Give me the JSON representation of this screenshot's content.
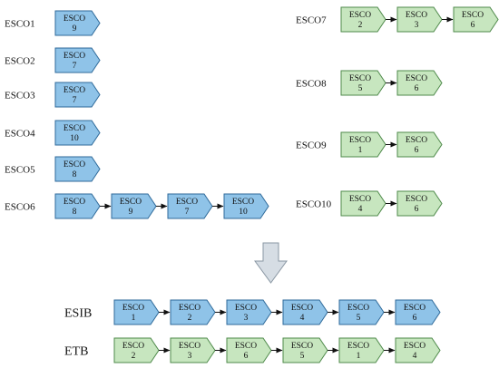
{
  "node_word": "ESCO",
  "colors": {
    "blue_fill": "#8fc3e8",
    "blue_stroke": "#2f6a9a",
    "green_fill": "#c7e6bf",
    "green_stroke": "#4f8a4b",
    "arrow": "#111111",
    "big_arrow_fill": "#d6dde4",
    "big_arrow_stroke": "#8a97a3"
  },
  "left_group": [
    {
      "label": "ESCO1",
      "nodes": [
        "9"
      ]
    },
    {
      "label": "ESCO2",
      "nodes": [
        "7"
      ]
    },
    {
      "label": "ESCO3",
      "nodes": [
        "7"
      ]
    },
    {
      "label": "ESCO4",
      "nodes": [
        "10"
      ]
    },
    {
      "label": "ESCO5",
      "nodes": [
        "8"
      ]
    },
    {
      "label": "ESCO6",
      "nodes": [
        "8",
        "9",
        "7",
        "10"
      ]
    }
  ],
  "right_group": [
    {
      "label": "ESCO7",
      "nodes": [
        "2",
        "3",
        "6"
      ]
    },
    {
      "label": "ESCO8",
      "nodes": [
        "5",
        "6"
      ]
    },
    {
      "label": "ESCO9",
      "nodes": [
        "1",
        "6"
      ]
    },
    {
      "label": "ESCO10",
      "nodes": [
        "4",
        "6"
      ]
    }
  ],
  "results": [
    {
      "label": "ESIB",
      "color": "blue",
      "nodes": [
        "1",
        "2",
        "3",
        "4",
        "5",
        "6"
      ]
    },
    {
      "label": "ETB",
      "color": "green",
      "nodes": [
        "2",
        "3",
        "6",
        "5",
        "1",
        "4"
      ]
    }
  ]
}
